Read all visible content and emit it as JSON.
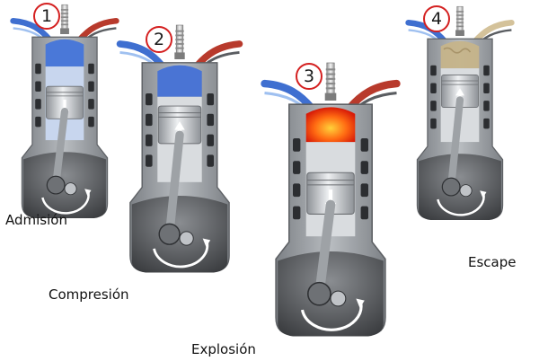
{
  "engines": [
    {
      "number": "1",
      "label": "Admisión",
      "chamber_color": "#4a78d8",
      "rotation": "clockwise"
    },
    {
      "number": "2",
      "label": "Compresión",
      "chamber_color": "#4a74d4",
      "rotation": "clockwise"
    },
    {
      "number": "3",
      "label": "Explosión",
      "chamber_color": "#ee2a0c",
      "rotation": "clockwise"
    },
    {
      "number": "4",
      "label": "Escape",
      "chamber_color": "#c6b48a",
      "rotation": "clockwise"
    }
  ],
  "colors": {
    "badge_border": "#d42020",
    "block": "#8b8f94",
    "block_light": "#c4c7cb",
    "crankcase": "#5a5d61",
    "intake_pipe": "#3f6fd0",
    "exhaust_pipe": "#b83a2c",
    "arrow": "#ffffff"
  }
}
